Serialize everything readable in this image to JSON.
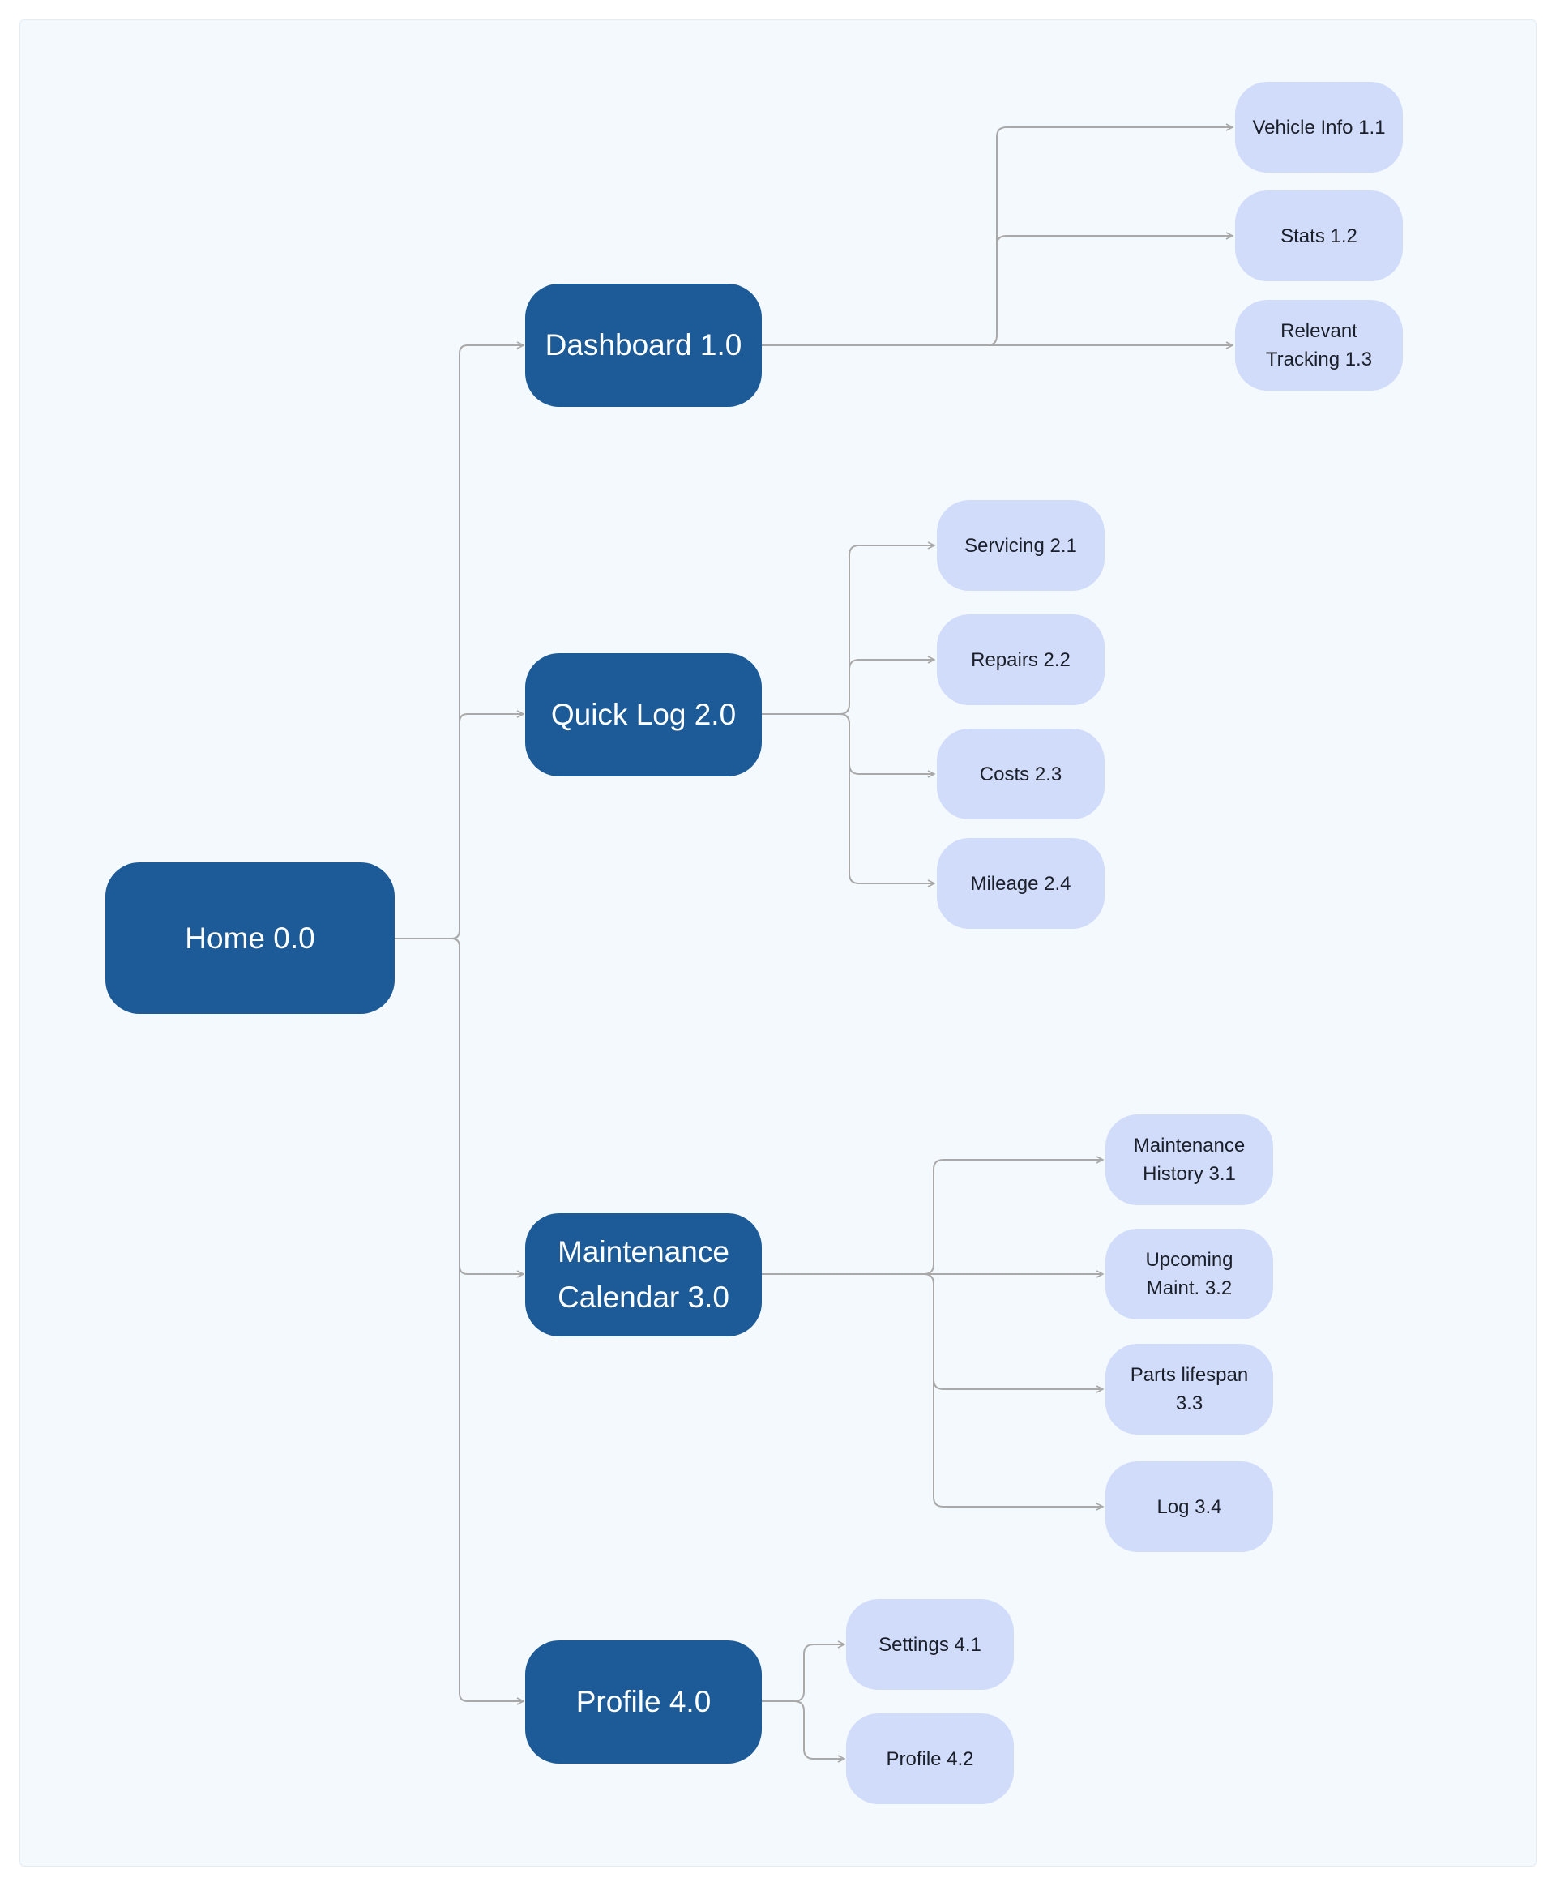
{
  "root": {
    "label": "Home 0.0"
  },
  "sections": [
    {
      "label": "Dashboard 1.0",
      "children": [
        "Vehicle Info 1.1",
        "Stats 1.2",
        "Relevant\nTracking 1.3"
      ]
    },
    {
      "label": "Quick Log 2.0",
      "children": [
        "Servicing 2.1",
        "Repairs 2.2",
        "Costs 2.3",
        "Mileage 2.4"
      ]
    },
    {
      "label": "Maintenance\nCalendar 3.0",
      "children": [
        "Maintenance\nHistory 3.1",
        "Upcoming\nMaint. 3.2",
        "Parts lifespan\n3.3",
        "Log 3.4"
      ]
    },
    {
      "label": "Profile 4.0",
      "children": [
        "Settings 4.1",
        "Profile 4.2"
      ]
    }
  ],
  "colors": {
    "primary_node": "#1c5b98",
    "secondary_node": "#d0dcf9",
    "connector": "#a9a9a9",
    "background": "#f4f9fd"
  }
}
